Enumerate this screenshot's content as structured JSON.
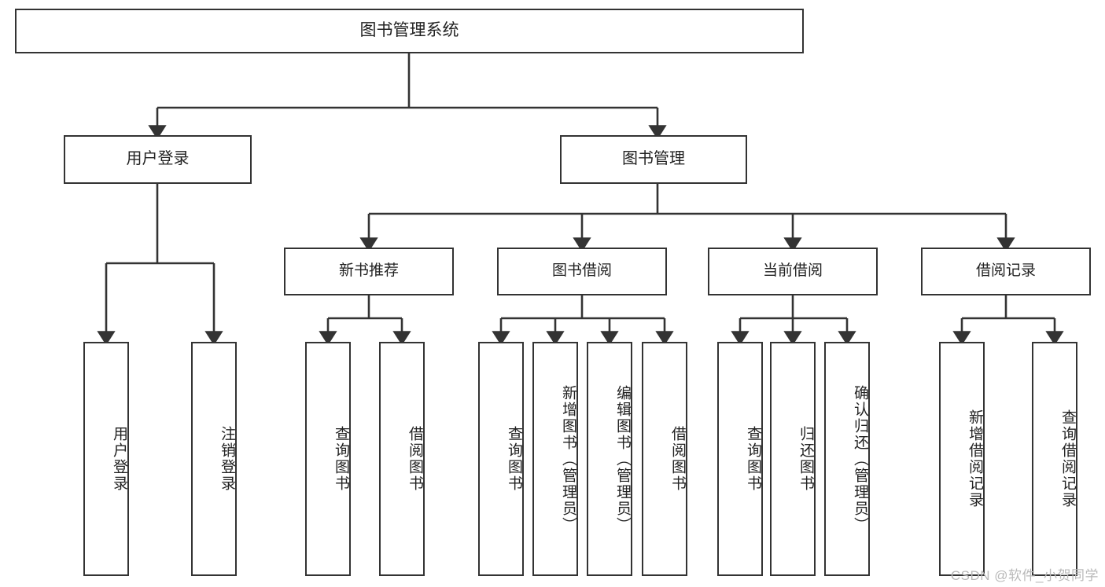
{
  "diagram": {
    "title": "图书管理系统",
    "type": "tree",
    "watermark": "CSDN @软件_小贺同学",
    "levels": {
      "root": {
        "label": "图书管理系统"
      },
      "level1": [
        {
          "label": "用户登录"
        },
        {
          "label": "图书管理"
        }
      ],
      "level2": [
        {
          "label": "新书推荐"
        },
        {
          "label": "图书借阅"
        },
        {
          "label": "当前借阅"
        },
        {
          "label": "借阅记录"
        }
      ],
      "leaves": {
        "user_login": [
          {
            "label": "用户登录"
          },
          {
            "label": "注销登录"
          }
        ],
        "new_book_recommend": [
          {
            "label": "查询图书"
          },
          {
            "label": "借阅图书"
          }
        ],
        "book_borrow": [
          {
            "label": "查询图书"
          },
          {
            "label": "新增图书（管理员）"
          },
          {
            "label": "编辑图书（管理员）"
          },
          {
            "label": "借阅图书"
          }
        ],
        "current_borrow": [
          {
            "label": "查询图书"
          },
          {
            "label": "归还图书"
          },
          {
            "label": "确认归还（管理员）"
          }
        ],
        "borrow_record": [
          {
            "label": "新增借阅记录"
          },
          {
            "label": "查询借阅记录"
          }
        ]
      }
    },
    "colors": {
      "stroke": "#333333",
      "fill": "#ffffff",
      "text": "#222222",
      "watermark": "#b9b9b9"
    }
  }
}
